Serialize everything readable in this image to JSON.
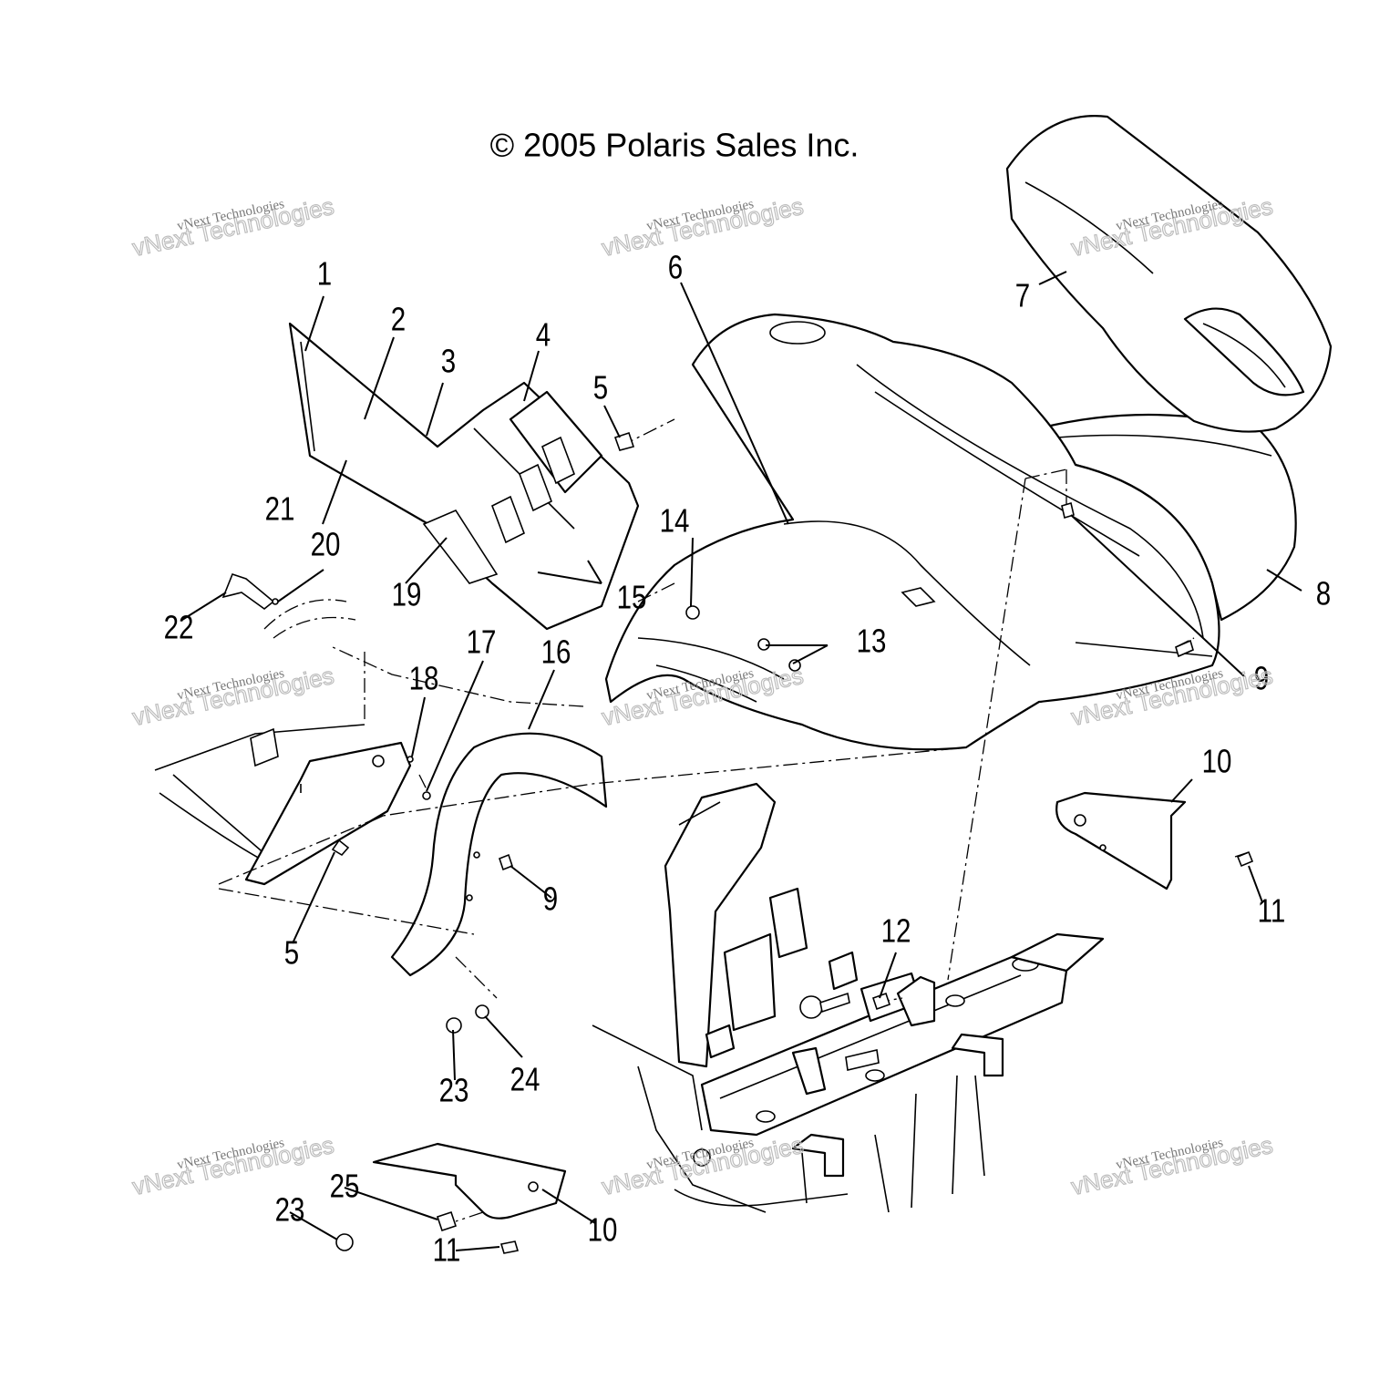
{
  "copyright": "© 2005 Polaris Sales Inc.",
  "watermark": {
    "line1": "vNext Technologies",
    "line2": "vNext Technologies",
    "color": "#bdbdbd"
  },
  "callouts": [
    {
      "id": "c1",
      "label": "1"
    },
    {
      "id": "c2",
      "label": "2"
    },
    {
      "id": "c3",
      "label": "3"
    },
    {
      "id": "c4",
      "label": "4"
    },
    {
      "id": "c5a",
      "label": "5"
    },
    {
      "id": "c5b",
      "label": "5"
    },
    {
      "id": "c6",
      "label": "6"
    },
    {
      "id": "c7",
      "label": "7"
    },
    {
      "id": "c8",
      "label": "8"
    },
    {
      "id": "c9a",
      "label": "9"
    },
    {
      "id": "c9b",
      "label": "9"
    },
    {
      "id": "c10a",
      "label": "10"
    },
    {
      "id": "c10b",
      "label": "10"
    },
    {
      "id": "c11a",
      "label": "11"
    },
    {
      "id": "c11b",
      "label": "11"
    },
    {
      "id": "c12",
      "label": "12"
    },
    {
      "id": "c13",
      "label": "13"
    },
    {
      "id": "c14",
      "label": "14"
    },
    {
      "id": "c15",
      "label": "15"
    },
    {
      "id": "c16",
      "label": "16"
    },
    {
      "id": "c17",
      "label": "17"
    },
    {
      "id": "c18",
      "label": "18"
    },
    {
      "id": "c19",
      "label": "19"
    },
    {
      "id": "c20",
      "label": "20"
    },
    {
      "id": "c21",
      "label": "21"
    },
    {
      "id": "c22",
      "label": "22"
    },
    {
      "id": "c23a",
      "label": "23"
    },
    {
      "id": "c23b",
      "label": "23"
    },
    {
      "id": "c24",
      "label": "24"
    },
    {
      "id": "c25",
      "label": "25"
    }
  ]
}
